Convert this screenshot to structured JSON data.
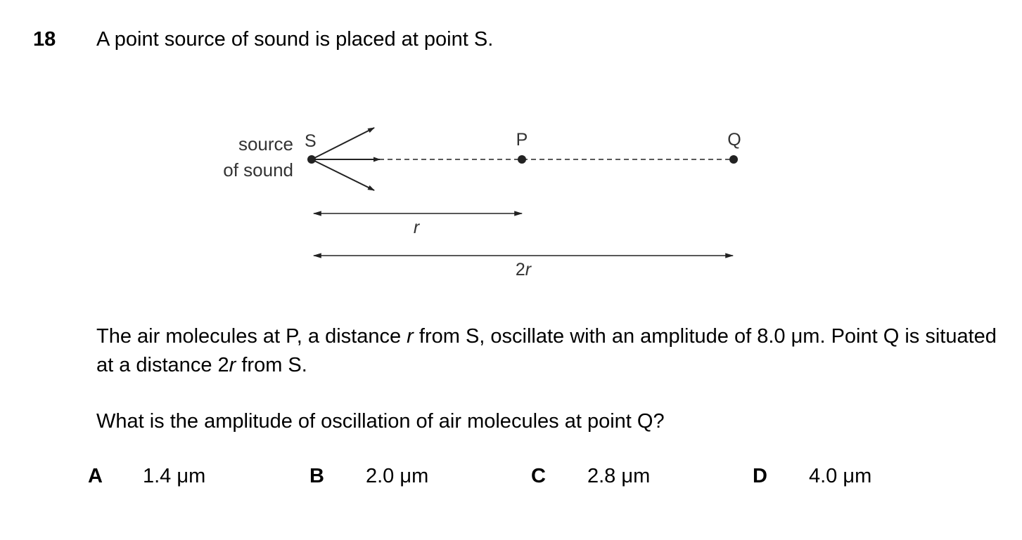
{
  "question": {
    "number": "18",
    "stem": "A point source of sound is placed at point S."
  },
  "diagram": {
    "source_label_line1": "source",
    "source_label_line2": "of sound",
    "label_s": "S",
    "label_p": "P",
    "label_q": "Q",
    "label_r": "r",
    "label_2r_num": "2",
    "label_2r_var": "r"
  },
  "paragraph1": {
    "t1": "The air molecules at P, a distance ",
    "v1": "r",
    "t2": " from S, oscillate with an amplitude of 8.0 μm. Point Q is situated at a distance 2",
    "v2": "r",
    "t3": " from S."
  },
  "paragraph2": "What is the amplitude of oscillation of air molecules at point Q?",
  "options": [
    {
      "letter": "A",
      "value": "1.4 μm"
    },
    {
      "letter": "B",
      "value": "2.0 μm"
    },
    {
      "letter": "C",
      "value": "2.8 μm"
    },
    {
      "letter": "D",
      "value": "4.0 μm"
    }
  ]
}
